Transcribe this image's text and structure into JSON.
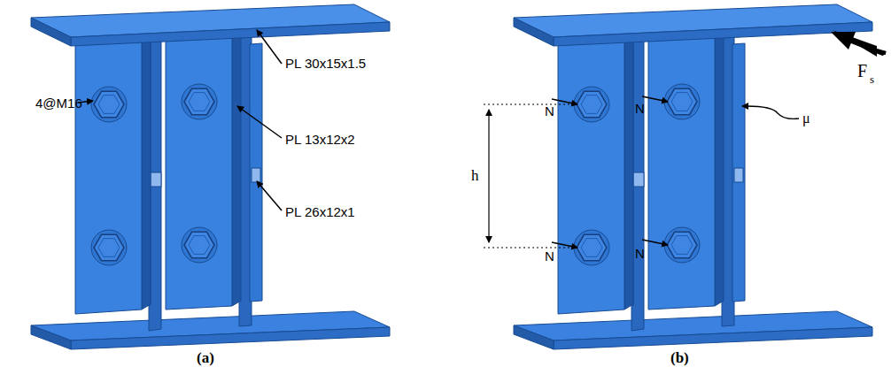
{
  "diagram": {
    "labels": [
      "4@M16",
      "PL 30x15x1.5",
      "PL 13x12x2",
      "PL 26x12x1",
      "(a)",
      "N",
      "N",
      "N",
      "N",
      "h",
      "F",
      "s",
      "μ",
      "(b)"
    ]
  }
}
